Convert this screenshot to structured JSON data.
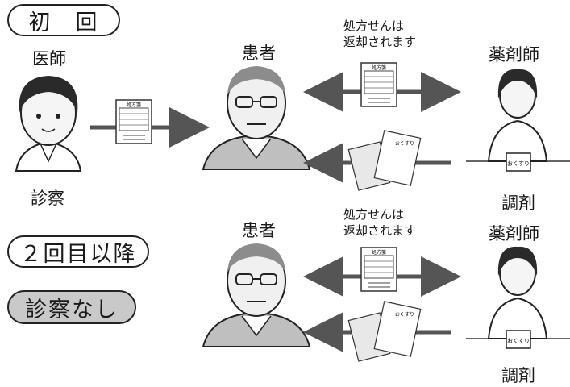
{
  "badges": {
    "first": "初　回",
    "second_or_later": "２回目以降",
    "no_exam": "診察なし"
  },
  "roles": {
    "doctor": "医師",
    "patient": "患者",
    "pharmacist": "薬剤師"
  },
  "actions": {
    "examination": "診察",
    "dispensing": "調剤"
  },
  "notes": {
    "return_prescription_line1": "処方せんは",
    "return_prescription_line2": "返却されます"
  },
  "documents": {
    "prescription_title": "処方箋",
    "medicine_bag": "おくすり",
    "medication_notebook": "おくすり"
  }
}
